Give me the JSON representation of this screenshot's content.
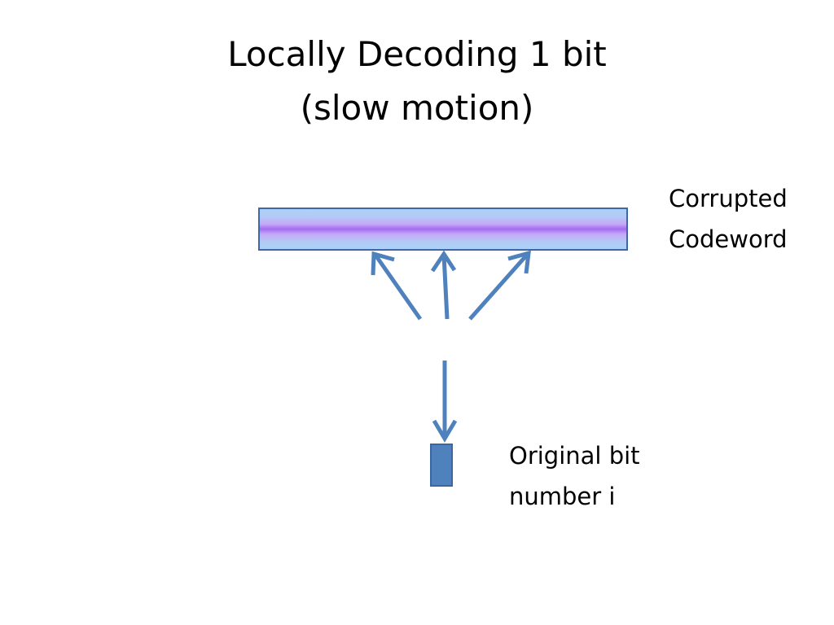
{
  "title": {
    "line1": "Locally Decoding 1 bit",
    "line2": "(slow motion)"
  },
  "codeword_label": {
    "line1": "Corrupted",
    "line2": "Codeword"
  },
  "bit_label": {
    "line1": "Original bit",
    "line2": "number i"
  },
  "colors": {
    "arrow": "#4f81bd",
    "bar_outline": "#3f67a8",
    "bar_light": "#a9d3f7",
    "bar_mid": "#c6a8f5",
    "bar_center": "#a36cf2",
    "bit_fill": "#4f81bd",
    "bit_outline": "#3a679f"
  }
}
